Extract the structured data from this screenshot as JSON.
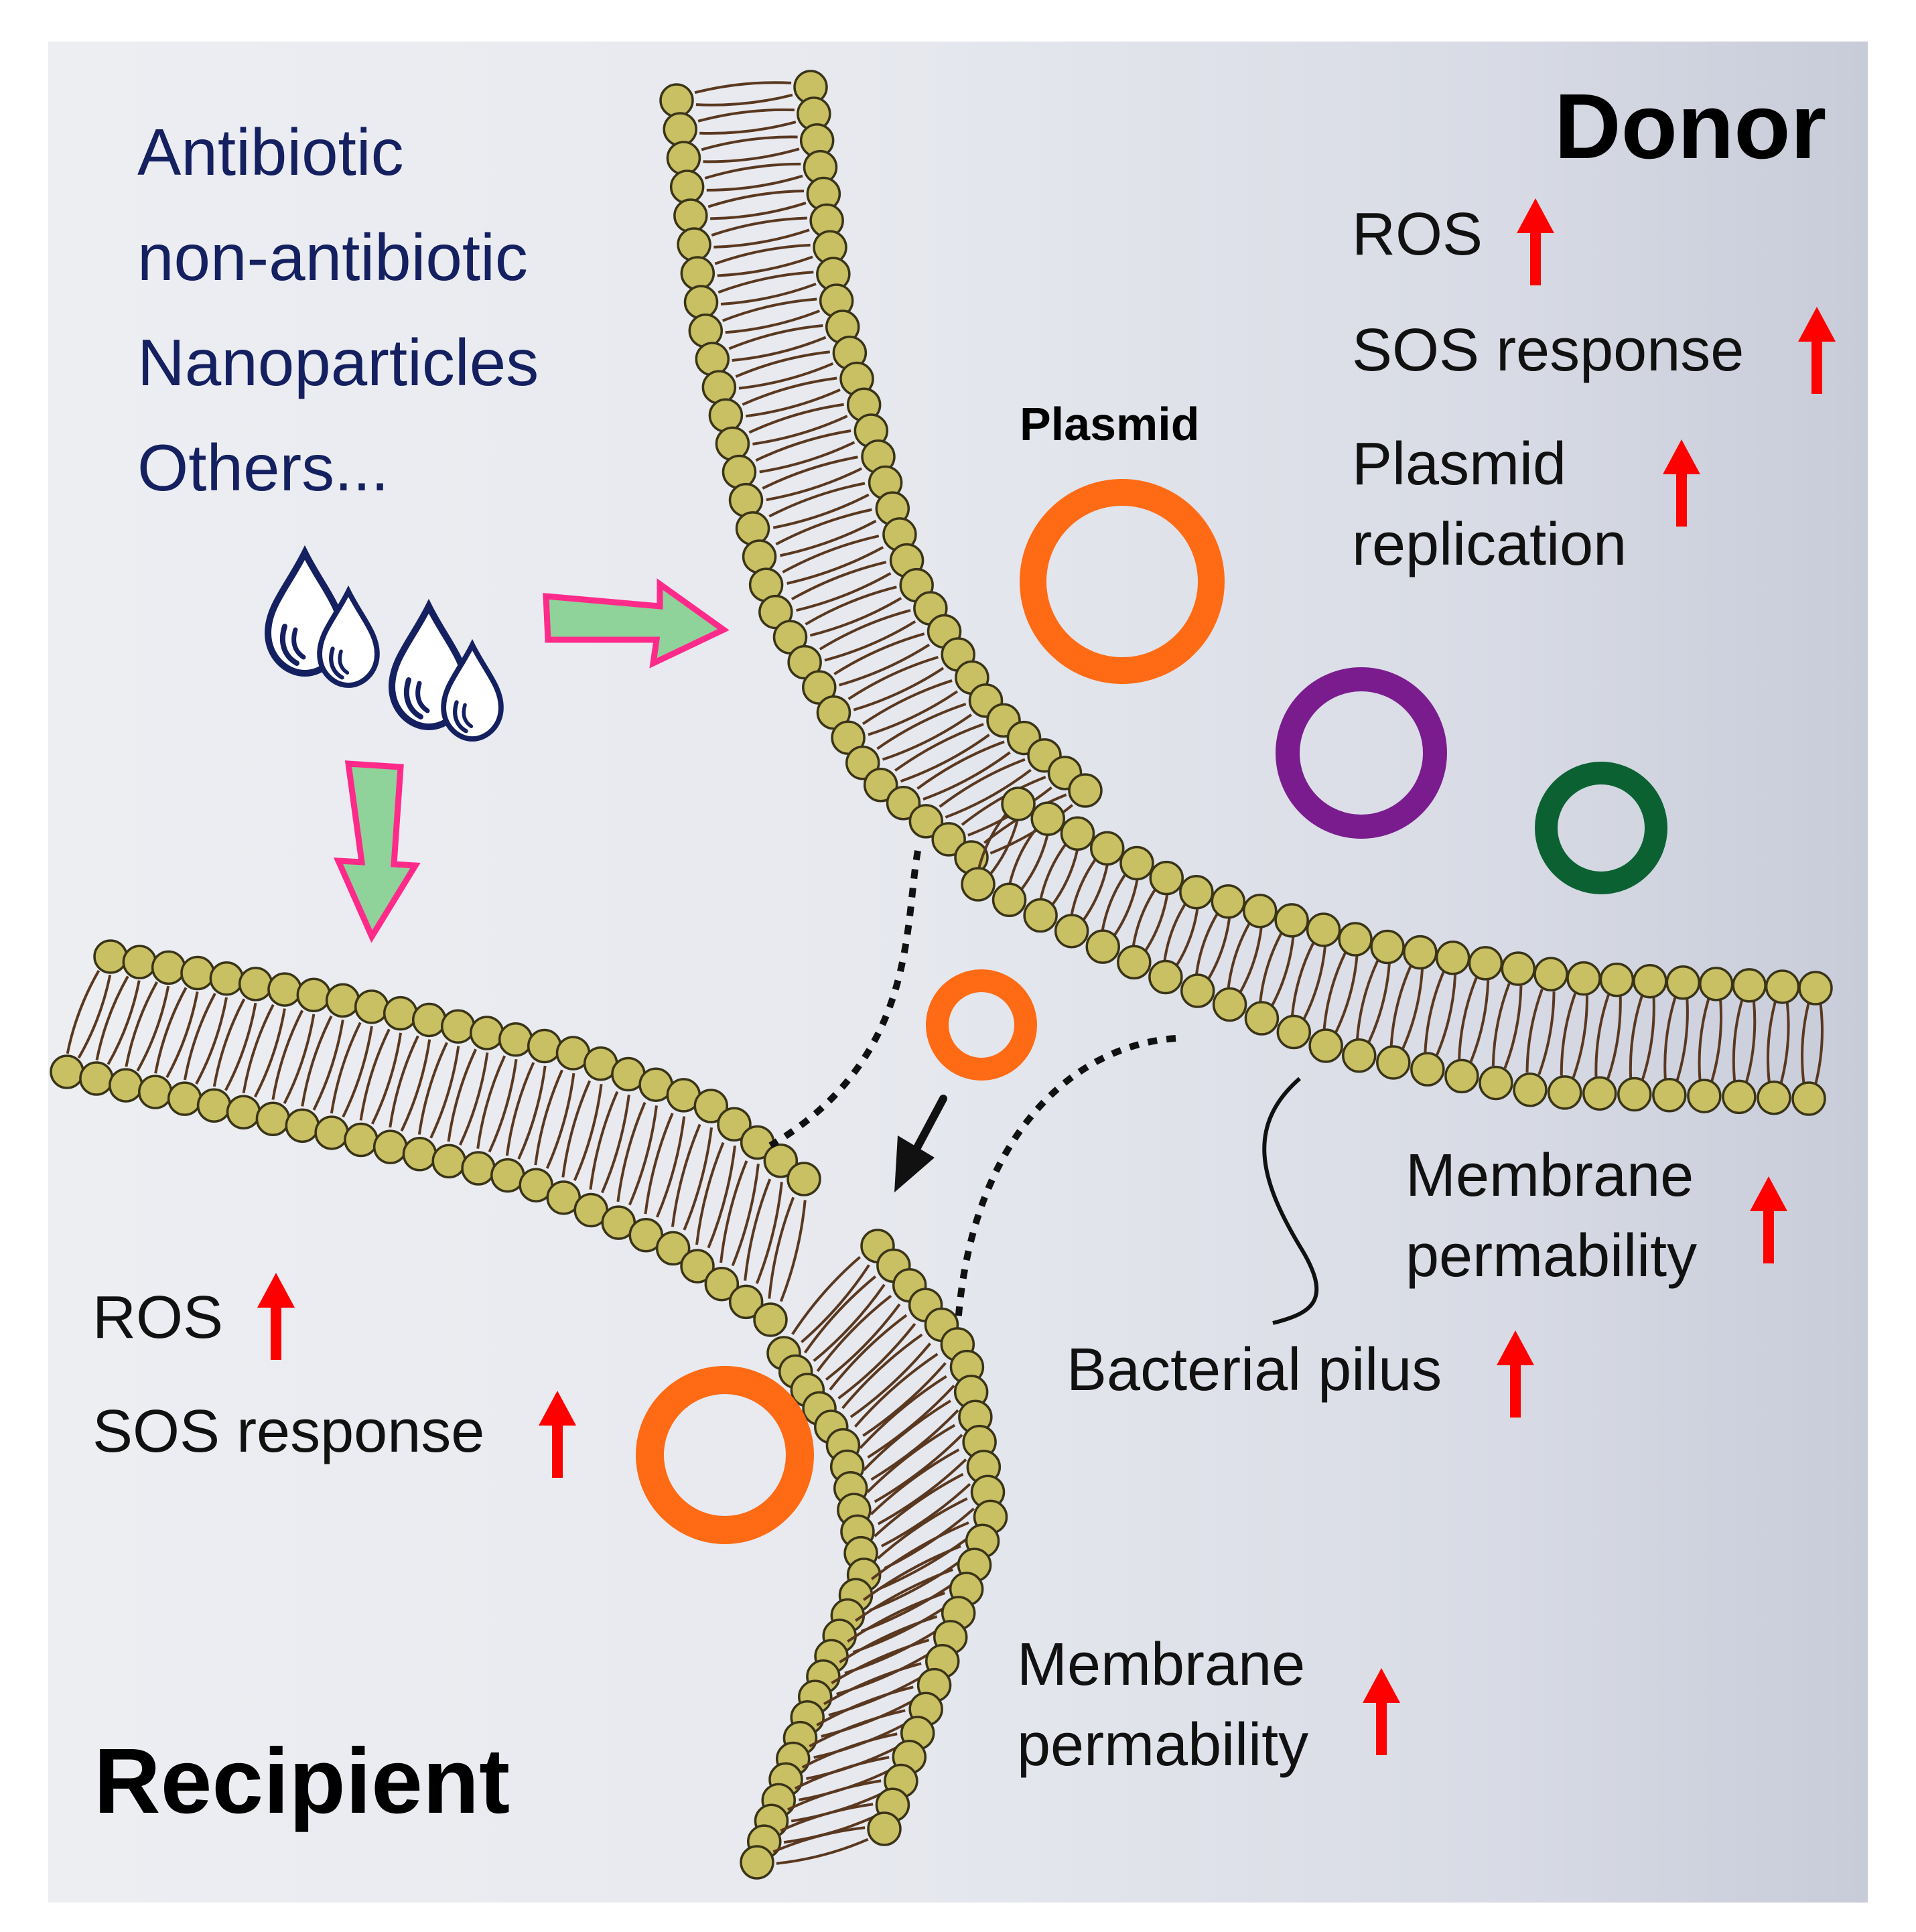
{
  "stressors": [
    "Antibiotic",
    "non-antibiotic",
    "Nanoparticles",
    "Others..."
  ],
  "donor": {
    "title": "Donor",
    "effects": [
      "ROS",
      "SOS response",
      "Plasmid",
      "replication"
    ]
  },
  "recipient": {
    "title": "Recipient",
    "effects": [
      "ROS",
      "SOS response"
    ]
  },
  "plasmid_label": "Plasmid",
  "membrane_labels": {
    "line1": "Membrane",
    "line2": "permability"
  },
  "pilus_label": "Bacterial pilus",
  "colors": {
    "plasmid_orange": "#ff6a14",
    "plasmid_purple": "#7a1c8e",
    "plasmid_green": "#0c6133",
    "lipid_head": "#c9bf63",
    "lipid_tail": "#5a3820",
    "increase_arrow": "#ff0000",
    "stressor_text": "#152060",
    "exposure_arrow_fill": "#8fd39a",
    "exposure_arrow_edge": "#ff2a8a"
  },
  "icons": [
    "water-drops-icon",
    "increase-arrow-icon",
    "exposure-arrow-icon",
    "transfer-arrow-icon"
  ]
}
